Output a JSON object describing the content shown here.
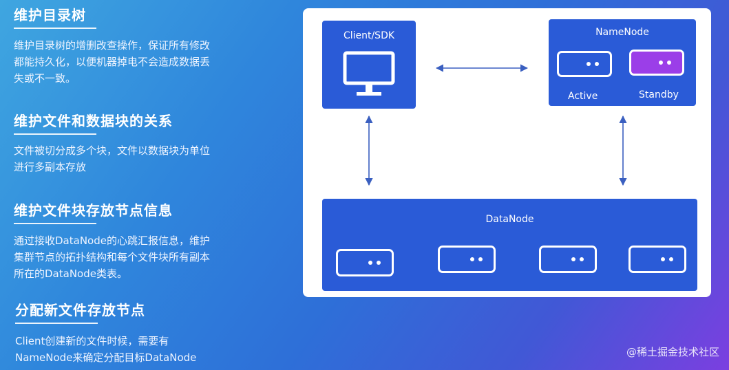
{
  "sections": [
    {
      "title": "维护目录树",
      "body": [
        "维护目录树的增删改查操作，保证所有修改",
        "都能持久化，以便机器掉电不会造成数据丢",
        "失或不一致。"
      ]
    },
    {
      "title": "维护文件和数据块的关系",
      "body": [
        "文件被切分成多个块，文件以数据块为单位",
        "进行多副本存放"
      ]
    },
    {
      "title": "维护文件块存放节点信息",
      "body": [
        "通过接收DataNode的心跳汇报信息，维护",
        "集群节点的拓扑结构和每个文件块所有副本",
        "所在的DataNode类表。"
      ]
    },
    {
      "title": "分配新文件存放节点",
      "body": [
        "Client创建新的文件时候，需要有",
        "NameNode来确定分配目标DataNode"
      ]
    }
  ],
  "diagram": {
    "client_label": "Client/SDK",
    "namenode_label": "NameNode",
    "active_label": "Active",
    "standby_label": "Standby",
    "datanode_label": "DataNode",
    "colors": {
      "box": "#2a5bd7",
      "standby": "#9b3ee8",
      "arrow": "#3a5fc0"
    }
  },
  "watermark": "@稀土掘金技术社区"
}
